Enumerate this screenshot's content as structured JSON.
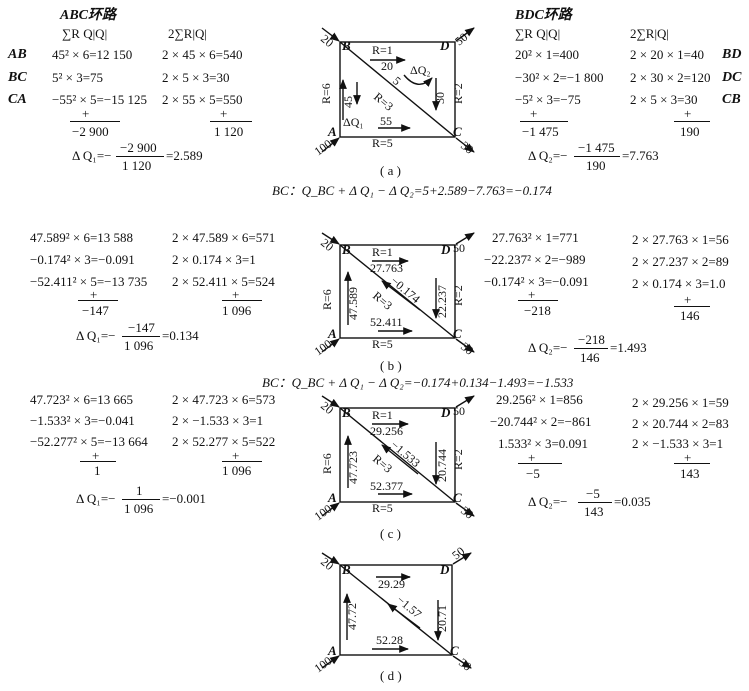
{
  "section_a": {
    "abc_title": "ABC环路",
    "abc_col1_head": "∑R Q|Q|",
    "abc_col2_head": "2∑R|Q|",
    "rows_abc": [
      {
        "label": "AB",
        "c1": "45² × 6=12 150",
        "c2": "2 × 45 × 6=540"
      },
      {
        "label": "BC",
        "c1": "5² × 3=75",
        "c2": "2 × 5 × 3=30"
      },
      {
        "label": "CA",
        "c1": "−55² × 5=−15 125",
        "c2": "2 × 55 × 5=550"
      }
    ],
    "abc_plus": "+",
    "abc_sum1": "−2 900",
    "abc_sum2": "1 120",
    "dq1_lhs": "Δ Q₁=−",
    "dq1_num": "−2 900",
    "dq1_den": "1 120",
    "dq1_res": "=2.589",
    "bdc_title": "BDC环路",
    "bdc_col1_head": "∑R Q|Q|",
    "bdc_col2_head": "2∑R|Q|",
    "rows_bdc": [
      {
        "label": "BD",
        "c1": "20² × 1=400",
        "c2": "2 × 20 × 1=40"
      },
      {
        "label": "DC",
        "c1": "−30² × 2=−1 800",
        "c2": "2 × 30 × 2=120"
      },
      {
        "label": "CB",
        "c1": "−5² × 3=−75",
        "c2": "2 × 5 × 3=30"
      }
    ],
    "bdc_plus": "+",
    "bdc_sum1": "−1 475",
    "bdc_sum2": "190",
    "dq2_lhs": "Δ Q₂=−",
    "dq2_num": "−1 475",
    "dq2_den": "190",
    "dq2_res": "=7.763",
    "caption": "( a )",
    "bc_line": "BC：Q_BC + Δ Q₁ − Δ Q₂=5+2.589−7.763=−0.174"
  },
  "section_b": {
    "left_rows": [
      "47.589² × 6=13 588",
      "−0.174² × 3=−0.091",
      "−52.411² × 5=−13 735"
    ],
    "left_rows2": [
      "2 × 47.589 × 6=571",
      "2 × 0.174 × 3=1",
      "2 × 52.411 × 5=524"
    ],
    "left_sum1": "−147",
    "left_sum2": "1 096",
    "dq1_lhs": "Δ Q₁=−",
    "dq1_num": "−147",
    "dq1_den": "1 096",
    "dq1_res": "=0.134",
    "right_rows": [
      "27.763² × 1=771",
      "−22.237² × 2=−989",
      "−0.174² × 3=−0.091"
    ],
    "right_rows2": [
      "2 × 27.763 × 1=56",
      "2 × 27.237 × 2=89",
      "2 × 0.174 × 3=1.0"
    ],
    "right_sum1": "−218",
    "right_sum2": "146",
    "dq2_lhs": "Δ Q₂=−",
    "dq2_num": "−218",
    "dq2_den": "146",
    "dq2_res": "=1.493",
    "caption": "( b )",
    "bc_line": "BC：Q_BC + Δ Q₁ − Δ Q₂=−0.174+0.134−1.493=−1.533"
  },
  "section_c": {
    "left_rows": [
      "47.723² × 6=13 665",
      "−1.533² × 3=−0.041",
      "−52.277² × 5=−13 664"
    ],
    "left_rows2": [
      "2 × 47.723 × 6=573",
      "2 × −1.533 × 3=1",
      "2 × 52.277 × 5=522"
    ],
    "left_sum1": "1",
    "left_sum2": "1 096",
    "dq1_lhs": "Δ Q₁=−",
    "dq1_num": "1",
    "dq1_den": "1 096",
    "dq1_res": "=−0.001",
    "right_rows": [
      "29.256² × 1=856",
      "−20.744² × 2=−861",
      "1.533² × 3=0.091"
    ],
    "right_rows2": [
      "2 × 29.256 × 1=59",
      "2 × 20.744 × 2=83",
      "2 × −1.533 × 3=1"
    ],
    "right_sum1": "−5",
    "right_sum2": "143",
    "dq2_lhs": "Δ Q₂=−",
    "dq2_num": "−5",
    "dq2_den": "143",
    "dq2_res": "=0.035",
    "caption": "( c )"
  },
  "section_d": {
    "caption": "( d )"
  },
  "diagrams": {
    "a": {
      "ab": "45",
      "bd": "20",
      "dc": "30",
      "ac": "55",
      "bc": "5",
      "r_bd": "R=1",
      "r_ac": "R=5",
      "r_ab": "R=6",
      "r_dc": "R=2",
      "r_bc": "R=3",
      "dq1": "ΔQ₁",
      "dq2": "ΔQ₂"
    },
    "b": {
      "ab": "47.589",
      "bd": "27.763",
      "dc": "22.237",
      "ac": "52.411",
      "bc": "−0.174",
      "r_bd": "R=1",
      "r_ac": "R=5",
      "r_ab": "R=6",
      "r_dc": "R=2",
      "r_bc": "R=3"
    },
    "c": {
      "ab": "47.723",
      "bd": "29.256",
      "dc": "20.744",
      "ac": "52.377",
      "bc": "−1.533",
      "r_bd": "R=1",
      "r_ac": "R=5",
      "r_ab": "R=6",
      "r_dc": "R=2",
      "r_bc": "R=3"
    },
    "d": {
      "ab": "47.72",
      "bd": "29.29",
      "dc": "20.71",
      "ac": "52.28",
      "bc": "−1.57"
    },
    "node_labels": {
      "a": "A",
      "b": "B",
      "c": "C",
      "d": "D"
    },
    "inflow_b": "20",
    "outflow_d": "50",
    "inflow_a": "100",
    "outflow_c": "30"
  }
}
